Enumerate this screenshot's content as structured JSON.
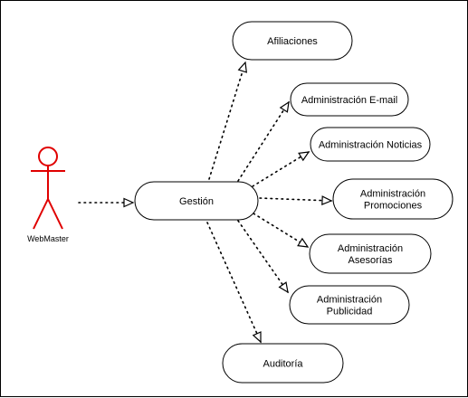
{
  "diagram": {
    "actor": {
      "label": "WebMaster",
      "color": "#e00000"
    },
    "central_use_case": {
      "label": "Gestión"
    },
    "use_cases": [
      {
        "id": "afiliaciones",
        "lines": [
          "Afiliaciones"
        ]
      },
      {
        "id": "admin-email",
        "lines": [
          "Administración E-mail"
        ]
      },
      {
        "id": "admin-noticias",
        "lines": [
          "Administración Noticias"
        ]
      },
      {
        "id": "admin-promociones",
        "lines": [
          "Administración",
          "Promociones"
        ]
      },
      {
        "id": "admin-asesorias",
        "lines": [
          "Administración",
          "Asesorías"
        ]
      },
      {
        "id": "admin-publicidad",
        "lines": [
          "Administración",
          "Publicidad"
        ]
      },
      {
        "id": "auditoria",
        "lines": [
          "Auditoría"
        ]
      }
    ],
    "relationships": [
      {
        "from": "actor",
        "to": "gestion"
      },
      {
        "from": "gestion",
        "to": "afiliaciones"
      },
      {
        "from": "gestion",
        "to": "admin-email"
      },
      {
        "from": "gestion",
        "to": "admin-noticias"
      },
      {
        "from": "gestion",
        "to": "admin-promociones"
      },
      {
        "from": "gestion",
        "to": "admin-asesorias"
      },
      {
        "from": "gestion",
        "to": "admin-publicidad"
      },
      {
        "from": "gestion",
        "to": "auditoria"
      }
    ]
  }
}
